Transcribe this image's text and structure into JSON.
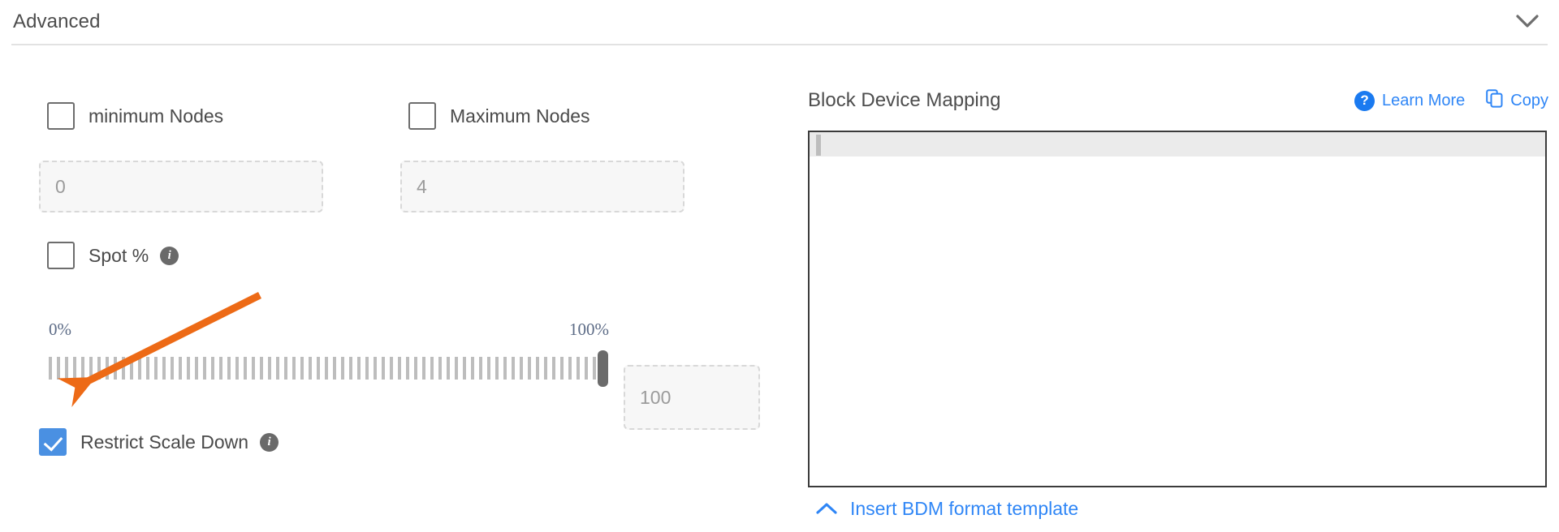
{
  "section": {
    "title": "Advanced",
    "collapse_icon": "chevron-down-icon"
  },
  "left_panel": {
    "min_nodes": {
      "label": "minimum Nodes",
      "checked": false,
      "input_placeholder": "0",
      "input_value": ""
    },
    "max_nodes": {
      "label": "Maximum Nodes",
      "checked": false,
      "input_placeholder": "4",
      "input_value": ""
    },
    "spot_percent": {
      "label": "Spot %",
      "checked": false,
      "info_icon": "info-icon",
      "info_glyph": "i"
    },
    "slider": {
      "min_label": "0%",
      "max_label": "100%",
      "value": 100,
      "value_input_placeholder": "100",
      "value_input_value": ""
    },
    "restrict_scale_down": {
      "label": "Restrict Scale Down",
      "checked": true,
      "info_icon": "info-icon",
      "info_glyph": "i"
    }
  },
  "right_panel": {
    "title": "Block Device Mapping",
    "learn_more": {
      "label": "Learn More",
      "icon": "question-circle-icon",
      "icon_glyph": "?"
    },
    "copy": {
      "label": "Copy",
      "icon": "copy-icon"
    },
    "editor": {
      "content": "",
      "active_line_number": 1
    },
    "insert_template": {
      "label": "Insert BDM format template",
      "icon": "chevron-up-icon"
    }
  },
  "annotation": {
    "type": "arrow",
    "color": "#ED6A16",
    "points_to": "restrict-scale-down-checkbox"
  },
  "colors": {
    "accent_blue": "#2f86f6",
    "checkbox_checked": "#4a90e2",
    "annotation_orange": "#ED6A16",
    "border_gray": "#3b3b3b"
  }
}
